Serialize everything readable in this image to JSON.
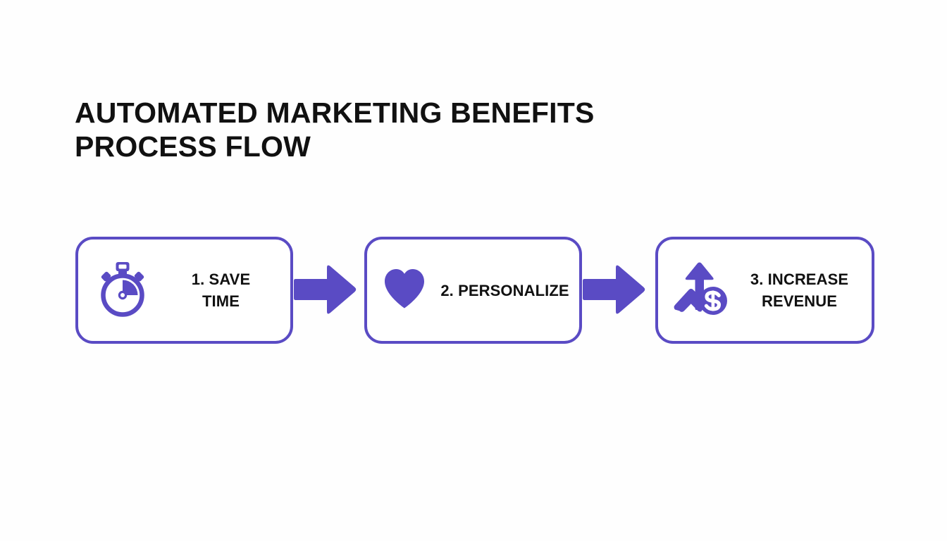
{
  "theme": {
    "background": "#fefefe",
    "accent_purple": "#5a4bc4",
    "text_color": "#111111",
    "box_fill": "#ffffff"
  },
  "title": {
    "line1": "AUTOMATED MARKETING BENEFITS",
    "line2": "PROCESS FLOW"
  },
  "flow": {
    "steps": [
      {
        "id": "save-time",
        "icon": "stopwatch-icon",
        "label_line1": "1. SAVE",
        "label_line2": "TIME",
        "number": "1",
        "name": "SAVE TIME"
      },
      {
        "id": "personalize",
        "icon": "heart-icon",
        "label_line1": "2. PERSONALIZE",
        "label_line2": "",
        "number": "2",
        "name": "PERSONALIZE"
      },
      {
        "id": "increase-revenue",
        "icon": "growth-dollar-icon",
        "label_line1": "3. INCREASE",
        "label_line2": "REVENUE",
        "number": "3",
        "name": "INCREASE REVENUE"
      }
    ],
    "connectors": [
      {
        "id": "connector-1",
        "icon": "arrow-right-icon"
      },
      {
        "id": "connector-2",
        "icon": "arrow-right-icon"
      }
    ]
  }
}
